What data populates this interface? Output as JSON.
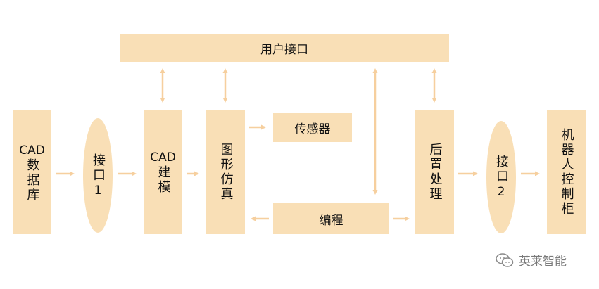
{
  "user_interface": "用户接口",
  "cad_db": {
    "line1": "CAD",
    "line2": "数据库"
  },
  "iface1": {
    "line1": "接口",
    "line2": "1"
  },
  "cad_model": {
    "line1": "CAD",
    "line2": "建模"
  },
  "graph_sim": "图形仿真",
  "sensor": "传感器",
  "programming": "编程",
  "post_processing": "后置处理",
  "iface2": {
    "line1": "接口",
    "line2": "2"
  },
  "robot_controller": "机器人控制柜",
  "watermark": "英莱智能",
  "colors": {
    "box": "#f9dfb6",
    "arrow": "#f6cf9e",
    "text": "#111111"
  }
}
